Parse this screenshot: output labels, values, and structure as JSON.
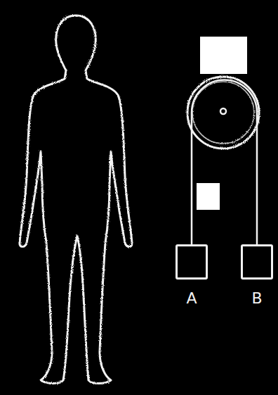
{
  "diagram": {
    "nodes": [
      {
        "text": [
          "A"
        ]
      },
      {
        "text": [
          "B"
        ]
      }
    ],
    "edges": [
      {
        "from": 0,
        "to": 1,
        "arrow": "none"
      }
    ]
  }
}
